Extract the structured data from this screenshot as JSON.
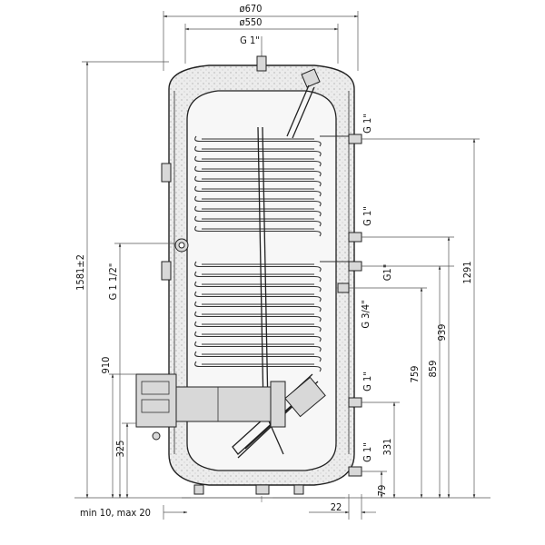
{
  "dimensions": {
    "diameter_outer": "ø670",
    "diameter_inner": "ø550",
    "height_total": "1581±2",
    "h_910": "910",
    "h_325": "325",
    "h_1291": "1291",
    "h_939": "939",
    "h_859": "859",
    "h_759": "759",
    "h_331": "331",
    "h_79": "79",
    "offset_22": "22",
    "feet": "min 10, max 20"
  },
  "connections": {
    "top": "G 1\"",
    "right_upper": "G 1\"",
    "right_mid": "G 1\"",
    "right_g1": "G1\"",
    "right_34": "G 3/4\"",
    "right_lower": "G 1\"",
    "right_bottom": "G 1\"",
    "left_side": "G 1 1/2\""
  },
  "colors": {
    "line": "#222222",
    "insulation": "#e6e6e6",
    "tank_fill": "#f7f7f7"
  }
}
